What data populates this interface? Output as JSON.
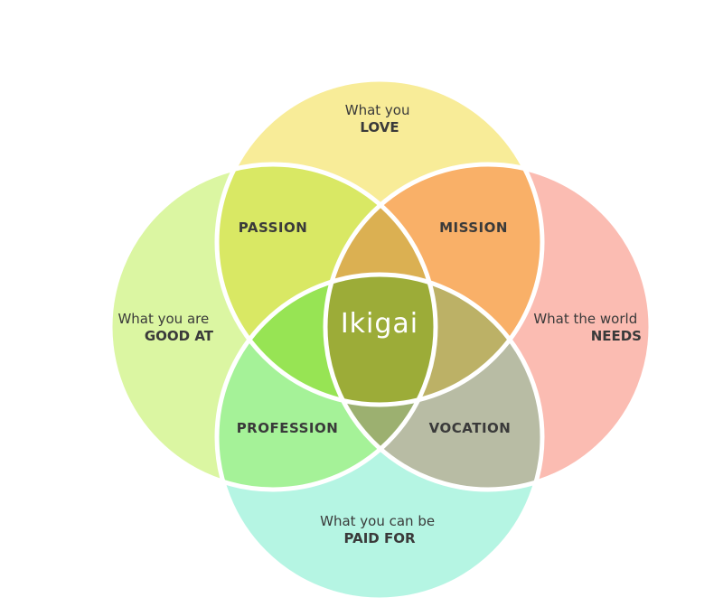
{
  "colors": {
    "love": "#f8ec98",
    "good_at": "#dbf6a2",
    "needs": "#fbbcb2",
    "paid_for": "#b5f5e3",
    "passion": "#d9e864",
    "mission": "#f9b068",
    "profession": "#a5f298",
    "vocation": "#b8bca4",
    "tri_love_good_needs": "#dbb052",
    "tri_love_good_paid": "#97e454",
    "tri_love_needs_paid": "#bcb166",
    "tri_good_needs_paid": "#9cb070",
    "ikigai": "#9cac38",
    "stroke": "#ffffff"
  },
  "circles": {
    "love": {
      "line1": "What you",
      "line2": "LOVE"
    },
    "good_at": {
      "line1": "What you are",
      "line2": "GOOD AT"
    },
    "needs": {
      "line1": "What the world",
      "line2": "NEEDS"
    },
    "paid_for": {
      "line1": "What you can be",
      "line2": "PAID FOR"
    }
  },
  "regions": {
    "passion": "PASSION",
    "mission": "MISSION",
    "profession": "PROFESSION",
    "vocation": "VOCATION",
    "center": "Ikigai"
  }
}
